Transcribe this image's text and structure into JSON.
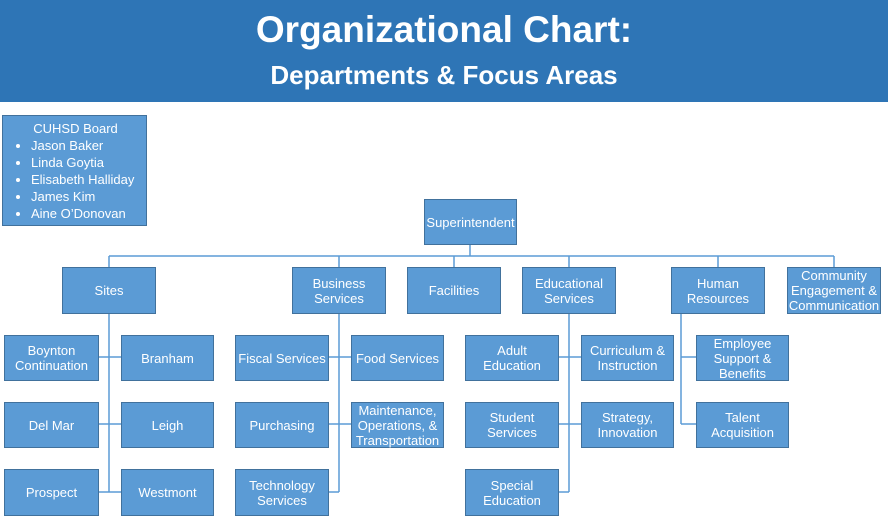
{
  "header": {
    "title": "Organizational Chart:",
    "subtitle": "Departments & Focus Areas"
  },
  "board": {
    "title": "CUHSD Board",
    "members": [
      "Jason Baker",
      "Linda Goytia",
      "Elisabeth Halliday",
      "James Kim",
      "Aine O’Donovan"
    ]
  },
  "top": {
    "label": "Superintendent"
  },
  "departments": {
    "sites": {
      "label": "Sites",
      "units": [
        "Boynton Continuation",
        "Branham",
        "Del Mar",
        "Leigh",
        "Prospect",
        "Westmont"
      ]
    },
    "business": {
      "label": "Business Services",
      "units": [
        "Fiscal Services",
        "Food Services",
        "Purchasing",
        "Maintenance, Operations, & Transportation",
        "Technology Services"
      ]
    },
    "facilities": {
      "label": "Facilities"
    },
    "educational": {
      "label": "Educational Services",
      "units": [
        "Adult Education",
        "Curriculum & Instruction",
        "Student Services",
        "Strategy, Innovation",
        "Special Education"
      ]
    },
    "hr": {
      "label": "Human Resources",
      "units": [
        "Employee Support & Benefits",
        "Talent Acquisition"
      ]
    },
    "community": {
      "label": "Community Engagement & Communication"
    }
  },
  "colors": {
    "banner": "#2e75b6",
    "box_fill": "#5b9bd5",
    "box_border": "#41719c",
    "connector": "#5b9bd5"
  }
}
